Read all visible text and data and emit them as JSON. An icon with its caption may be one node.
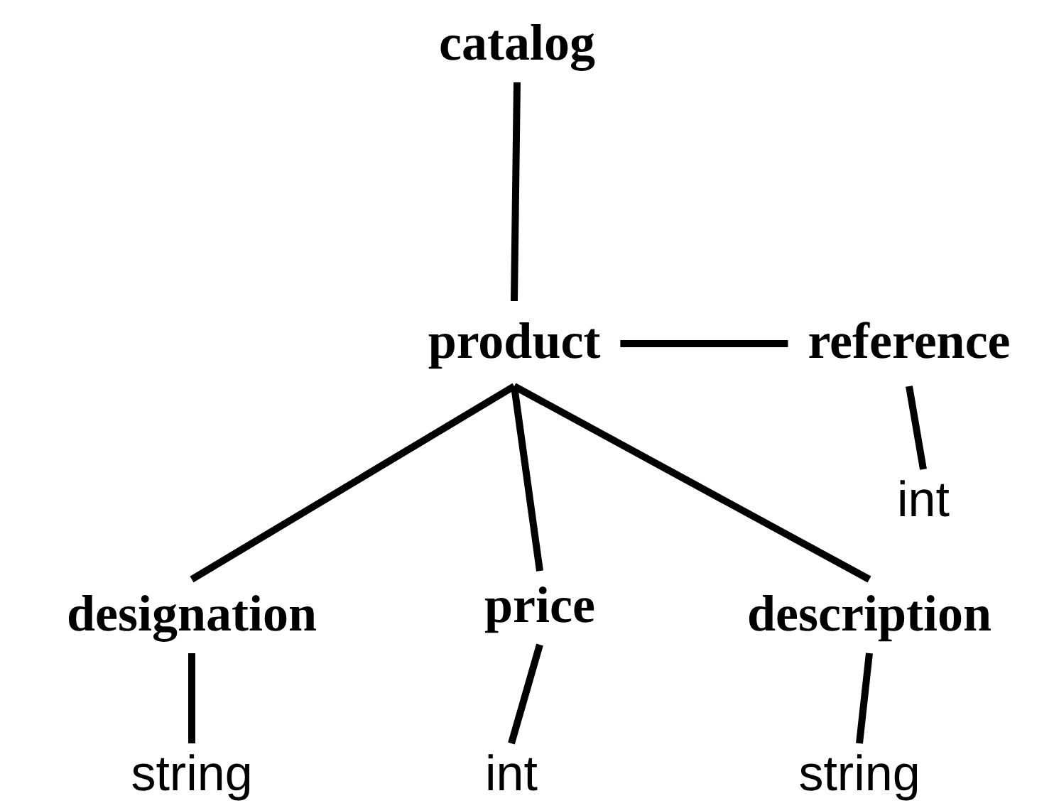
{
  "diagram": {
    "nodes": [
      {
        "text": [
          "catalog"
        ]
      },
      {
        "text": [
          "product"
        ]
      },
      {
        "text": [
          "reference"
        ]
      },
      {
        "text": [
          "int"
        ]
      },
      {
        "text": [
          "designation"
        ]
      },
      {
        "text": [
          "price"
        ]
      },
      {
        "text": [
          "description"
        ]
      },
      {
        "text": [
          "string"
        ]
      },
      {
        "text": [
          "int"
        ]
      },
      {
        "text": [
          "string"
        ]
      }
    ],
    "edges": [
      {
        "from": 0,
        "to": 1,
        "arrow": "none"
      },
      {
        "from": 1,
        "to": 2,
        "arrow": "none"
      },
      {
        "from": 2,
        "to": 3,
        "arrow": "none"
      },
      {
        "from": 1,
        "to": 4,
        "arrow": "none"
      },
      {
        "from": 1,
        "to": 5,
        "arrow": "none"
      },
      {
        "from": 1,
        "to": 6,
        "arrow": "none"
      },
      {
        "from": 4,
        "to": 7,
        "arrow": "none"
      },
      {
        "from": 5,
        "to": 8,
        "arrow": "none"
      },
      {
        "from": 6,
        "to": 9,
        "arrow": "none"
      }
    ]
  }
}
